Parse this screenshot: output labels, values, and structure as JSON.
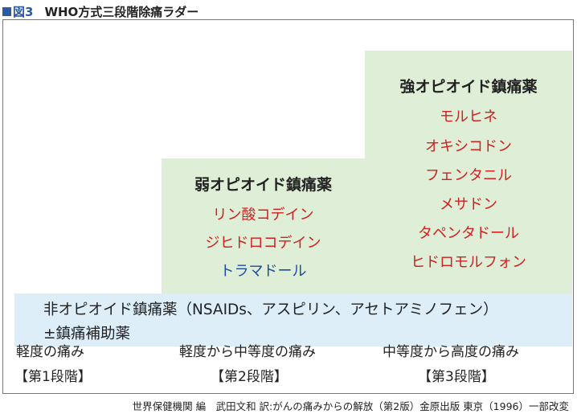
{
  "figure": {
    "label": "図3",
    "title": "WHO方式三段階除痛ラダー"
  },
  "colors": {
    "accent_blue": "#2a5ba8",
    "opioid_box_green": "#dfeed6",
    "nonopioid_box_blue": "#ddeef9",
    "drug_red": "#d02020",
    "drug_blue": "#1e4c9e",
    "frame_gray": "#777777"
  },
  "strong_opioid": {
    "title": "強オピオイド鎮痛薬",
    "drugs": [
      "モルヒネ",
      "オキシコドン",
      "フェンタニル",
      "メサドン",
      "タペンタドール",
      "ヒドロモルフォン"
    ]
  },
  "weak_opioid": {
    "title": "弱オピオイド鎮痛薬",
    "drugs": [
      "リン酸コデイン",
      "ジヒドロコデイン",
      "トラマドール"
    ]
  },
  "non_opioid": {
    "line1": "非オピオイド鎮痛薬（NSAIDs、アスピリン、アセトアミノフェン）",
    "line2": "±鎮痛補助薬"
  },
  "steps": [
    {
      "pain": "軽度の痛み",
      "label": "【第1段階】"
    },
    {
      "pain": "軽度から中等度の痛み",
      "label": "【第2段階】"
    },
    {
      "pain": "中等度から高度の痛み",
      "label": "【第3段階】"
    }
  ],
  "source": "世界保健機関 編　武田文和 訳:がんの痛みからの解放（第2版）金原出版 東京（1996）一部改変"
}
